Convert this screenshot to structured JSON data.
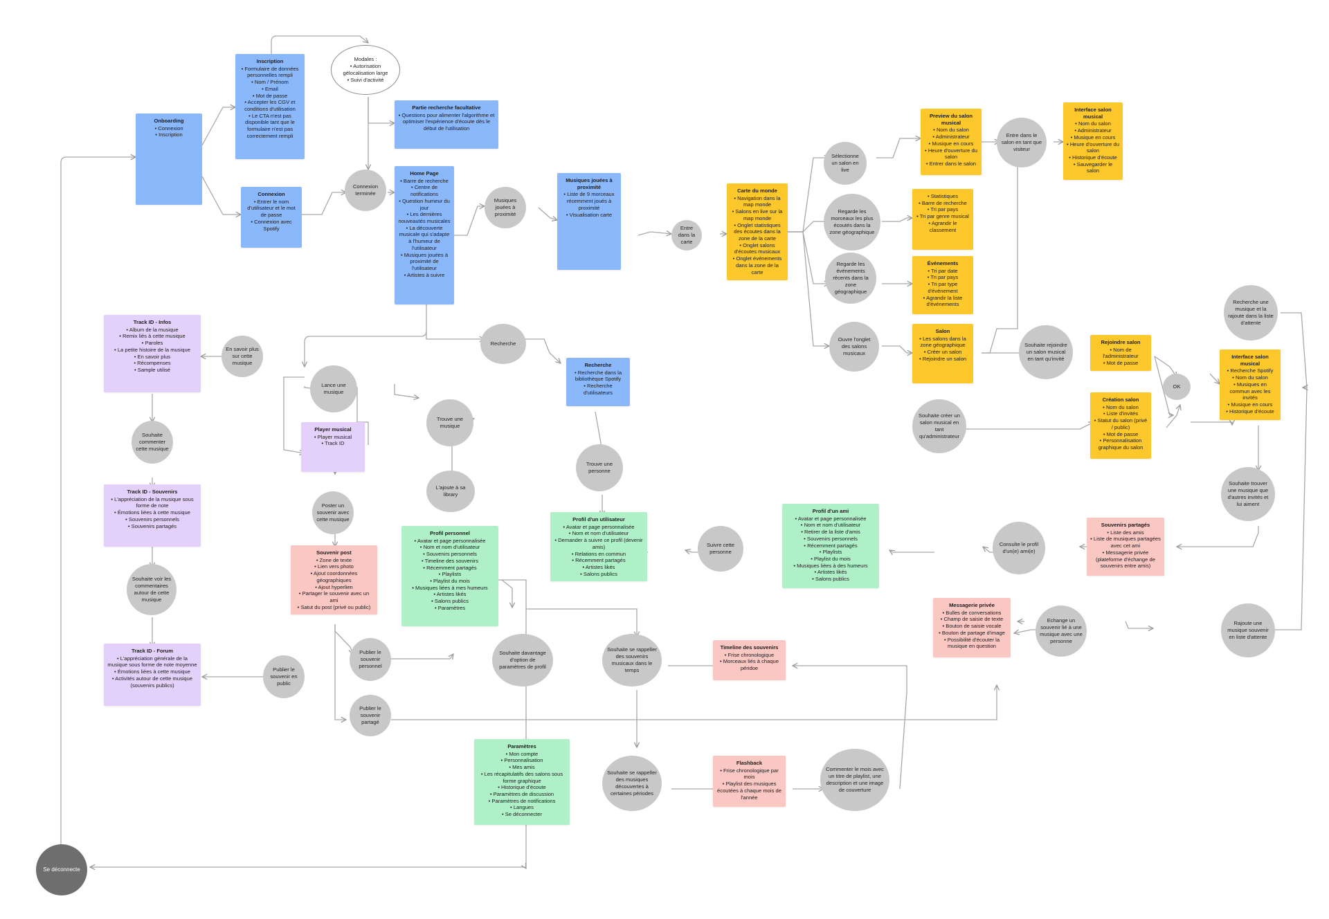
{
  "boxes": [
    {
      "id": "onboarding",
      "title": "Onboarding",
      "items": [
        "Connexion",
        "Inscription"
      ]
    },
    {
      "id": "inscription",
      "title": "Inscription",
      "items": [
        "Formulaire de données personnelles rempli",
        "Nom / Prénom",
        "Email",
        "Mot de passe",
        "Accepter les CGV et conditions d'utilisation",
        "Le CTA n'est pas disponible tant que le formulaire n'est pas correctement rempli"
      ]
    },
    {
      "id": "connexion",
      "title": "Connexion",
      "items": [
        "Entrer le nom d'utilisateur et le mot de passe",
        "Connexion avec Spotify"
      ]
    },
    {
      "id": "recherche-facultative",
      "title": "Partie recherche facultative",
      "items": [
        "Questions pour alimenter l'algorithme et optimiser l'expérience d'écoute dès le début de l'utilisation"
      ]
    },
    {
      "id": "home-page",
      "title": "Home Page",
      "items": [
        "Barre de recherche",
        "Centre de notifications",
        "Question humeur du jour",
        "Les dernières nouveautés musicales",
        "La découverte musicale qui s'adapte à l'humeur de l'utilisateur",
        "Musiques jouées à proximité de l'utilisateur",
        "Artistes à suivre"
      ]
    },
    {
      "id": "musiques-proximite",
      "title": "Musiques jouées à proximité",
      "items": [
        "Liste de 9 morceaux récemment joués à proximité",
        "Visualisation carte"
      ]
    },
    {
      "id": "carte-monde",
      "title": "Carte du monde",
      "items": [
        "Navigation dans la map monde",
        "Salons en live sur la map monde",
        "Onglet statistiques des écoutes dans la zone de la carte",
        "Onglet salons d'écoutes musicaux",
        "Onglet événements dans la zone de la carte"
      ]
    },
    {
      "id": "preview-salon",
      "title": "Preview du salon musical",
      "items": [
        "Nom du salon",
        "Administrateur",
        "Musique en cours",
        "Heure d'ouverture du salon",
        "Entrer dans le salon"
      ]
    },
    {
      "id": "interface-salon-top",
      "title": "Interface salon musical",
      "items": [
        "Nom du salon",
        "Administrateur",
        "Musique en cours",
        "Heure d'ouverture du salon",
        "Historique d'écoute",
        "Sauvegarder le salon"
      ]
    },
    {
      "id": "statistiques",
      "title": "",
      "items": [
        "Statistiques",
        "Barre de recherche",
        "Tri par pays",
        "Tri par genre musical",
        "Agrandir le classement"
      ]
    },
    {
      "id": "evenements",
      "title": "Événements",
      "items": [
        "Tri par date",
        "Tri par pays",
        "Tri par type d'événement",
        "Agrandir la liste d'événements"
      ]
    },
    {
      "id": "salon",
      "title": "Salon",
      "items": [
        "Les salons dans la zone géographique",
        "Créer un salon",
        "Rejoindre un salon"
      ]
    },
    {
      "id": "rejoindre-salon",
      "title": "Rejoindre salon",
      "items": [
        "Nom de l'administrateur",
        "Mot de passe"
      ]
    },
    {
      "id": "creation-salon",
      "title": "Création salon",
      "items": [
        "Nom du salon",
        "Liste d'invités",
        "Statut du salon (privé / public)",
        "Mot de passe",
        "Personnalisation graphique du salon"
      ]
    },
    {
      "id": "interface-salon-right",
      "title": "Interface salon musical",
      "items": [
        "Recherche Spotify",
        "Nom du salon",
        "Musiques en commun avec les invités",
        "Musique en cours",
        "Historique d'écoute"
      ]
    },
    {
      "id": "trackid-infos",
      "title": "Track ID - Infos",
      "items": [
        "Album de la musique",
        "Remix liés à cette musique",
        "Paroles",
        "La petite histoire de la musique",
        "En savoir plus",
        "Récompenses",
        "Sample utilisé"
      ]
    },
    {
      "id": "trackid-souvenirs",
      "title": "Track ID - Souvenirs",
      "items": [
        "L'appréciation de la musique sous forme de note",
        "Émotions liées à cette musique",
        "Souvenirs personnels",
        "Souvenirs partagés"
      ]
    },
    {
      "id": "trackid-forum",
      "title": "Track ID - Forum",
      "items": [
        "L'appréciation générale de la musique sous forme de note moyenne",
        "Émotions liées à cette musique",
        "Activités autour de cette musique (souvenirs publics)"
      ]
    },
    {
      "id": "player",
      "title": "Player musical",
      "items": [
        "Player musical",
        "Track ID"
      ]
    },
    {
      "id": "recherche-box",
      "title": "Recherche",
      "items": [
        "Recherche dans la bibliothèque Spotify",
        "Recherche d'utilisateurs"
      ]
    },
    {
      "id": "souvenir-post",
      "title": "Souvenir post",
      "items": [
        "Zone de texte",
        "Lien vers photo",
        "Ajout coordonnées géographiques",
        "Ajout hyperlien",
        "Partager le souvenir avec un ami",
        "Satut du post (privé ou public)"
      ]
    },
    {
      "id": "profil-perso",
      "title": "Profil personnel",
      "items": [
        "Avatar et page personnalisée",
        "Nom et nom d'utilisateur",
        "Souvenirs personnels",
        "Timeline des souvenirs",
        "Récemment partagés",
        "Playlists",
        "Playlist du mois",
        "Musiques liées à mes humeurs",
        "Artistes likés",
        "Salons publics",
        "Paramètres"
      ]
    },
    {
      "id": "profil-utilisateur",
      "title": "Profil d'un utilisateur",
      "items": [
        "Avatar et page personnalisée",
        "Nom et nom d'utilisateur",
        "Demander à suivre ce profil (devenir amis)",
        "Relations en commun",
        "Récemment partagés",
        "Artistes likés",
        "Salons publics"
      ]
    },
    {
      "id": "profil-ami",
      "title": "Profil d'un ami",
      "items": [
        "Avatar et page personnalisée",
        "Nom et nom d'utilisateur",
        "Retirer de la liste d'amis",
        "Souvenirs personnels",
        "Récemment partagés",
        "Playlists",
        "Playlist du mois",
        "Musiques liées à des humeurs",
        "Artistes likés",
        "Salons publics"
      ]
    },
    {
      "id": "souvenirs-partages",
      "title": "Souvenirs partagés",
      "items": [
        "Liste des amis",
        "Liste de musiques partagées avec cet ami",
        "Messagerie privée (plateforme d'échange de souvenirs entre amis)"
      ]
    },
    {
      "id": "messagerie",
      "title": "Messagerie privée",
      "items": [
        "Bulles de conversations",
        "Champ de saisie de texte",
        "Bouton de saisie vocale",
        "Bouton de partage d'image",
        "Possibilité d'écouter la musique en question"
      ]
    },
    {
      "id": "timeline",
      "title": "Timeline des souvenirs",
      "items": [
        "Frise chronologique",
        "Morceaux liés à chaque péridoe"
      ]
    },
    {
      "id": "flashback",
      "title": "Flashback",
      "items": [
        "Frise chronologique par mois",
        "Playlist des musiques écoutées à chaque mois de l'année"
      ]
    },
    {
      "id": "parametres",
      "title": "Paramètres",
      "items": [
        "Mon compte",
        "Personnalisation",
        "Mes amis",
        "Les récapitulatifs des salons sous forme graphique",
        "Historique d'écoute",
        "Paramètres de discussion",
        "Paramètres de notifications",
        "Langues",
        "Se déconnecter"
      ]
    }
  ],
  "ovals": [
    {
      "id": "modales",
      "text": "Modales :",
      "items": [
        "Autorisation gélocalisation large",
        "Suivi d'activité"
      ]
    },
    {
      "id": "connexion-terminee",
      "text": "Connexion terminée"
    },
    {
      "id": "musiques-jouees",
      "text": "Musiques jouées à proximité"
    },
    {
      "id": "entre-carte",
      "text": "Entre dans la carte"
    },
    {
      "id": "selectionne-salon",
      "text": "Sélectionne un salon en live"
    },
    {
      "id": "regarde-morceaux",
      "text": "Regarde les morceaux les plus écoutés dans la zone géographique"
    },
    {
      "id": "regarde-evenements",
      "text": "Regarde les événements récents dans la zone géographique"
    },
    {
      "id": "ouvre-onglet",
      "text": "Ouvre l'onglet des salons musicaux"
    },
    {
      "id": "entre-salon-visiteur",
      "text": "Entre dans le salon en tant que visiteur"
    },
    {
      "id": "souhaite-rejoindre",
      "text": "Souhaite rejoindre un salon musical en tant qu'invité"
    },
    {
      "id": "souhaite-creer",
      "text": "Souhaite créer un salon musical en tant qu'administrateur"
    },
    {
      "id": "ok",
      "text": "OK"
    },
    {
      "id": "recherche-musique-attente",
      "text": "Recherche une musique et la rajoute dans la liste d'attente"
    },
    {
      "id": "souhaite-trouver",
      "text": "Souhaite trouver une musique que d'autres invités et lui aiment"
    },
    {
      "id": "rajoute-souvenir",
      "text": "Rajoute une musique souvenir en liste d'attente"
    },
    {
      "id": "echange-souvenir",
      "text": "Echange un souvenir lié à une musique avec une personne"
    },
    {
      "id": "consulte-profil",
      "text": "Consulte le profil d'un(e) ami(e)"
    },
    {
      "id": "suivre-personne",
      "text": "Suivre cette personne"
    },
    {
      "id": "trouve-personne",
      "text": "Trouve une personne"
    },
    {
      "id": "recherche-oval",
      "text": "Recherche"
    },
    {
      "id": "trouve-musique",
      "text": "Trouve une musique"
    },
    {
      "id": "lance-musique",
      "text": "Lance une musique"
    },
    {
      "id": "en-savoir-plus",
      "text": "En savoir plus sur cette musique"
    },
    {
      "id": "commenter",
      "text": "Souhaite commenter cette musique"
    },
    {
      "id": "voir-commentaires",
      "text": "Souhaite voir les commentaires autour de cette musique"
    },
    {
      "id": "publier-public",
      "text": "Publier le souvenir en public"
    },
    {
      "id": "poster-souvenir",
      "text": "Poster un souvenir avec cette musique"
    },
    {
      "id": "ajoute-library",
      "text": "L'ajoute à sa library"
    },
    {
      "id": "publier-perso",
      "text": "Publier le souvenir personnel"
    },
    {
      "id": "publier-partage",
      "text": "Publier le souvenir partagé"
    },
    {
      "id": "option-parametres",
      "text": "Souhaite davantage d'option de paramètres de profil"
    },
    {
      "id": "rappeler-souvenirs",
      "text": "Souhaite se rappeller des souvenirs musicaux dans le temps"
    },
    {
      "id": "rappeler-musiques",
      "text": "Souhaite se rappeller des musiques découvertes à certaines périodes"
    },
    {
      "id": "commenter-mois",
      "text": "Commenter le mois avec un titre de playlist, une description et une image de couverture"
    },
    {
      "id": "deconnecte",
      "text": "Se déconnecte"
    }
  ]
}
